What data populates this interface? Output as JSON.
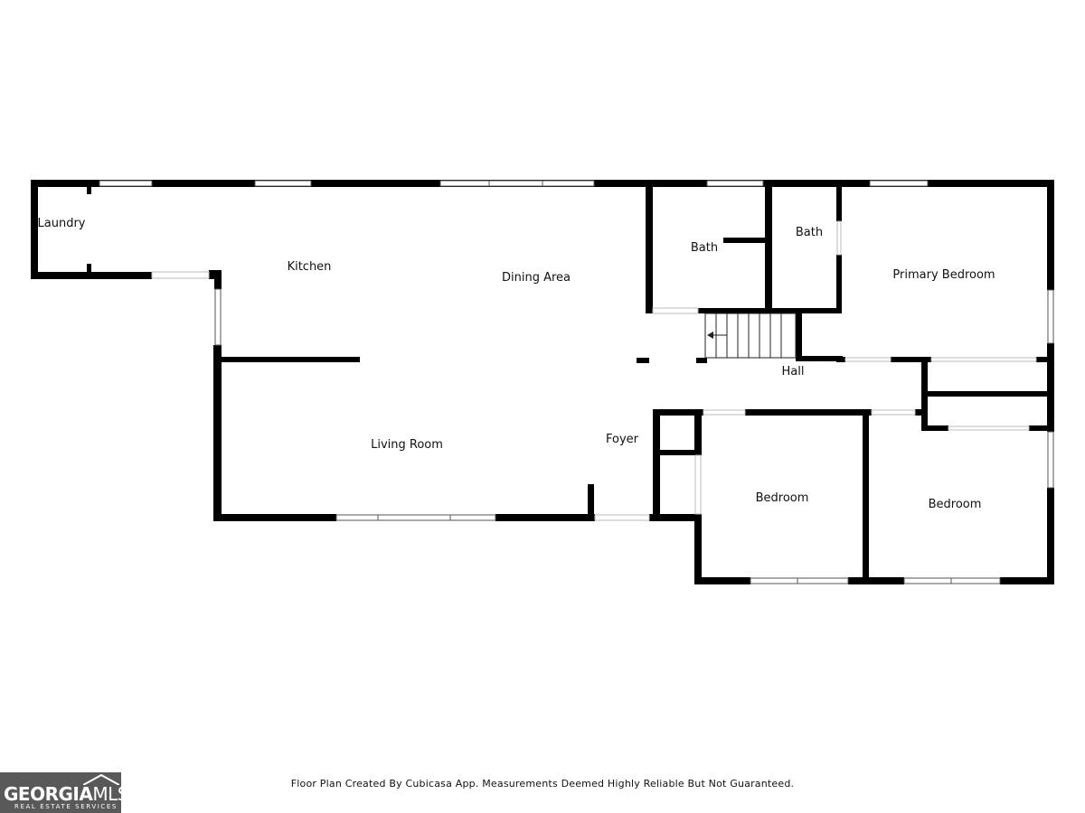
{
  "rooms": {
    "laundry": "Laundry",
    "kitchen": "Kitchen",
    "dining": "Dining Area",
    "bath1": "Bath",
    "bath2": "Bath",
    "primary_bedroom": "Primary Bedroom",
    "hall": "Hall",
    "living": "Living Room",
    "foyer": "Foyer",
    "bedroom1": "Bedroom",
    "bedroom2": "Bedroom"
  },
  "footer": {
    "note": "Floor Plan Created By Cubicasa App. Measurements Deemed Highly Reliable But Not Guaranteed."
  },
  "logo": {
    "brand_bold": "GEORGIA",
    "brand_thin": "MLS",
    "tagline": "REAL ESTATE SERVICES"
  },
  "colors": {
    "wall": "#000000",
    "background": "#ffffff",
    "logo_bg": "#595959"
  }
}
